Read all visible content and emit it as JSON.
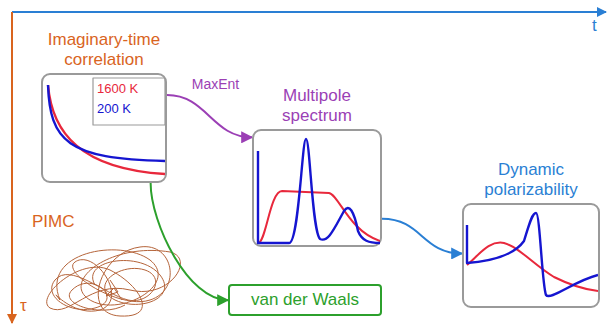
{
  "diagram": {
    "nodes": [
      {
        "text": [
          "Imaginary-time correlation"
        ]
      },
      {
        "text": [
          "Multipole spectrum"
        ]
      },
      {
        "text": [
          "Dynamic polarizability"
        ]
      },
      {
        "text": [
          "van der Waals"
        ]
      }
    ],
    "edges": [
      {
        "from": 0,
        "to": 1,
        "label": "MaxEnt",
        "arrow": "to"
      },
      {
        "from": 1,
        "to": 2,
        "arrow": "to"
      },
      {
        "from": 0,
        "to": 3,
        "arrow": "to"
      }
    ],
    "labels": [
      "t",
      "τ",
      "PIMC"
    ],
    "legend": [
      {
        "text": "1600 K",
        "color": "#e8283c"
      },
      {
        "text": "200 K",
        "color": "#1515d0"
      }
    ]
  }
}
